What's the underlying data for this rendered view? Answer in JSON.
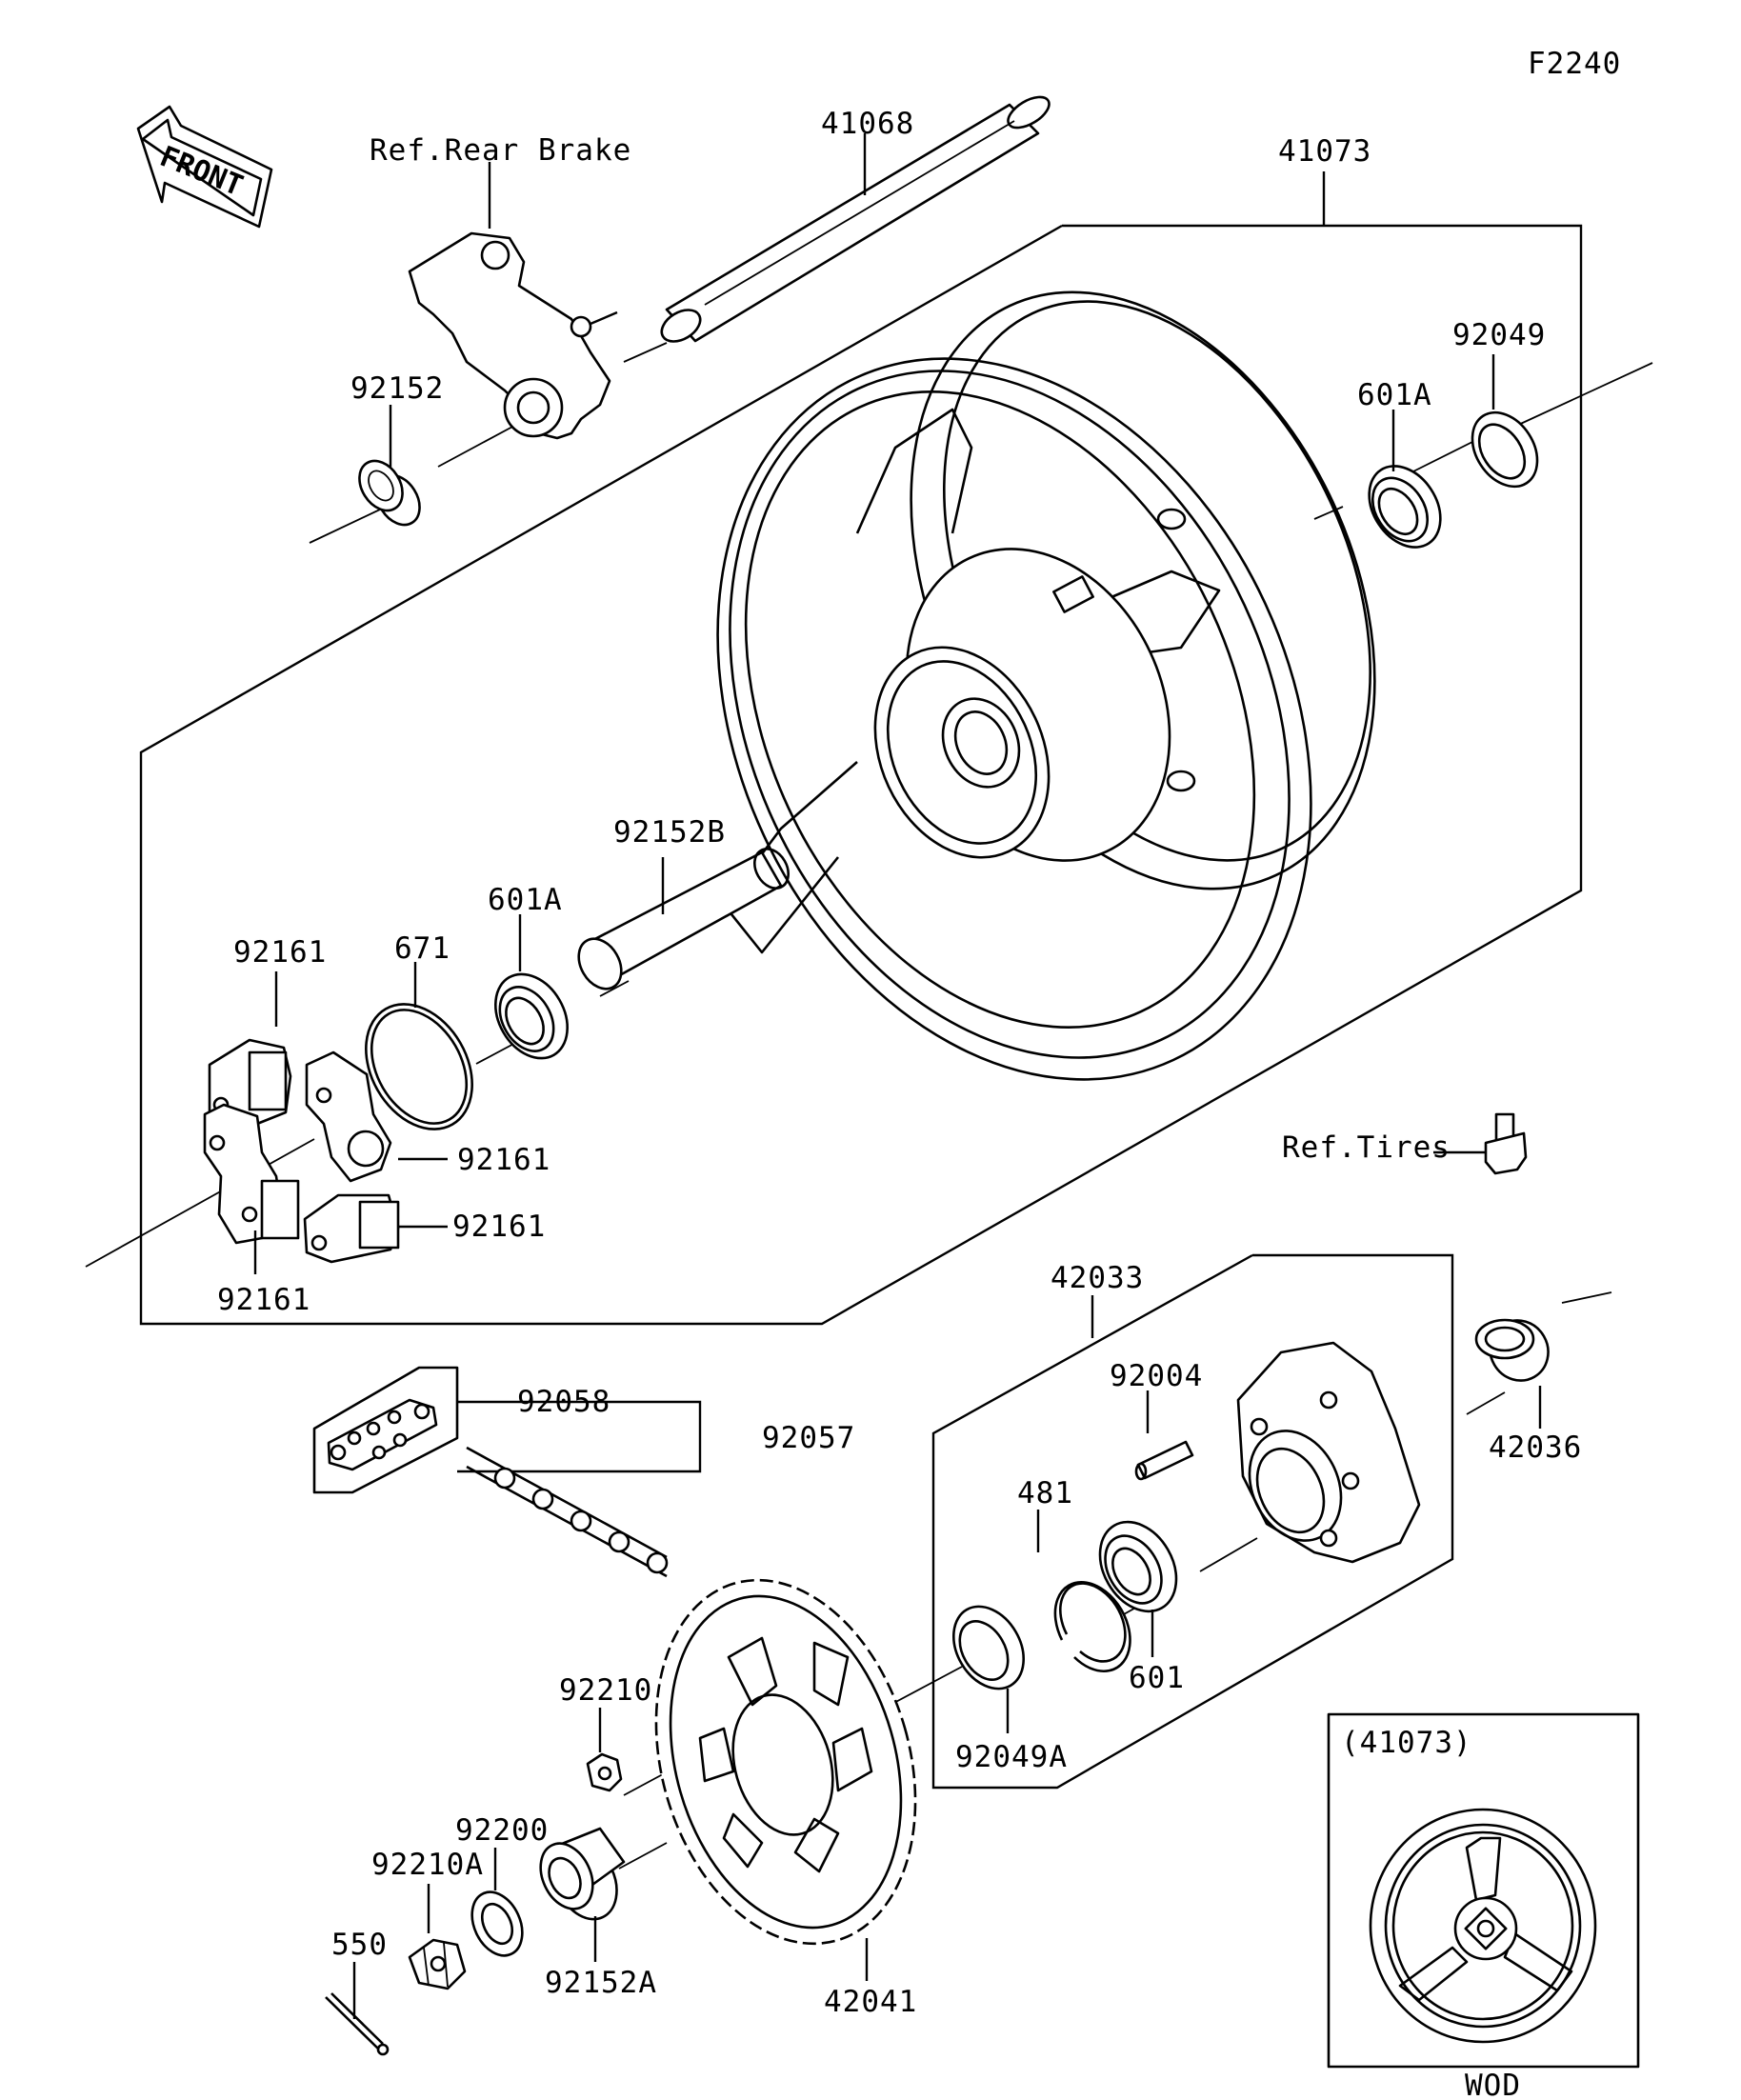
{
  "figure_code": "F2240",
  "front_badge": "FRONT",
  "labels": {
    "ref_rear_brake": "Ref.Rear Brake",
    "ref_tires": "Ref.Tires",
    "p41068": "41068",
    "p41073": "41073",
    "p92049": "92049",
    "p601a_top": "601A",
    "p92152": "92152",
    "p92152b": "92152B",
    "p601a_mid": "601A",
    "p671": "671",
    "p92161_a": "92161",
    "p92161_b": "92161",
    "p92161_c": "92161",
    "p92161_d": "92161",
    "p42033": "42033",
    "p92004": "92004",
    "p42036": "42036",
    "p92058": "92058",
    "p92057": "92057",
    "p481": "481",
    "p601": "601",
    "p92049a": "92049A",
    "p92210": "92210",
    "p92200": "92200",
    "p92210a": "92210A",
    "p550": "550",
    "p92152a": "92152A",
    "p42041": "42041"
  },
  "inset": {
    "ref": "(41073)",
    "code": "WOD"
  }
}
